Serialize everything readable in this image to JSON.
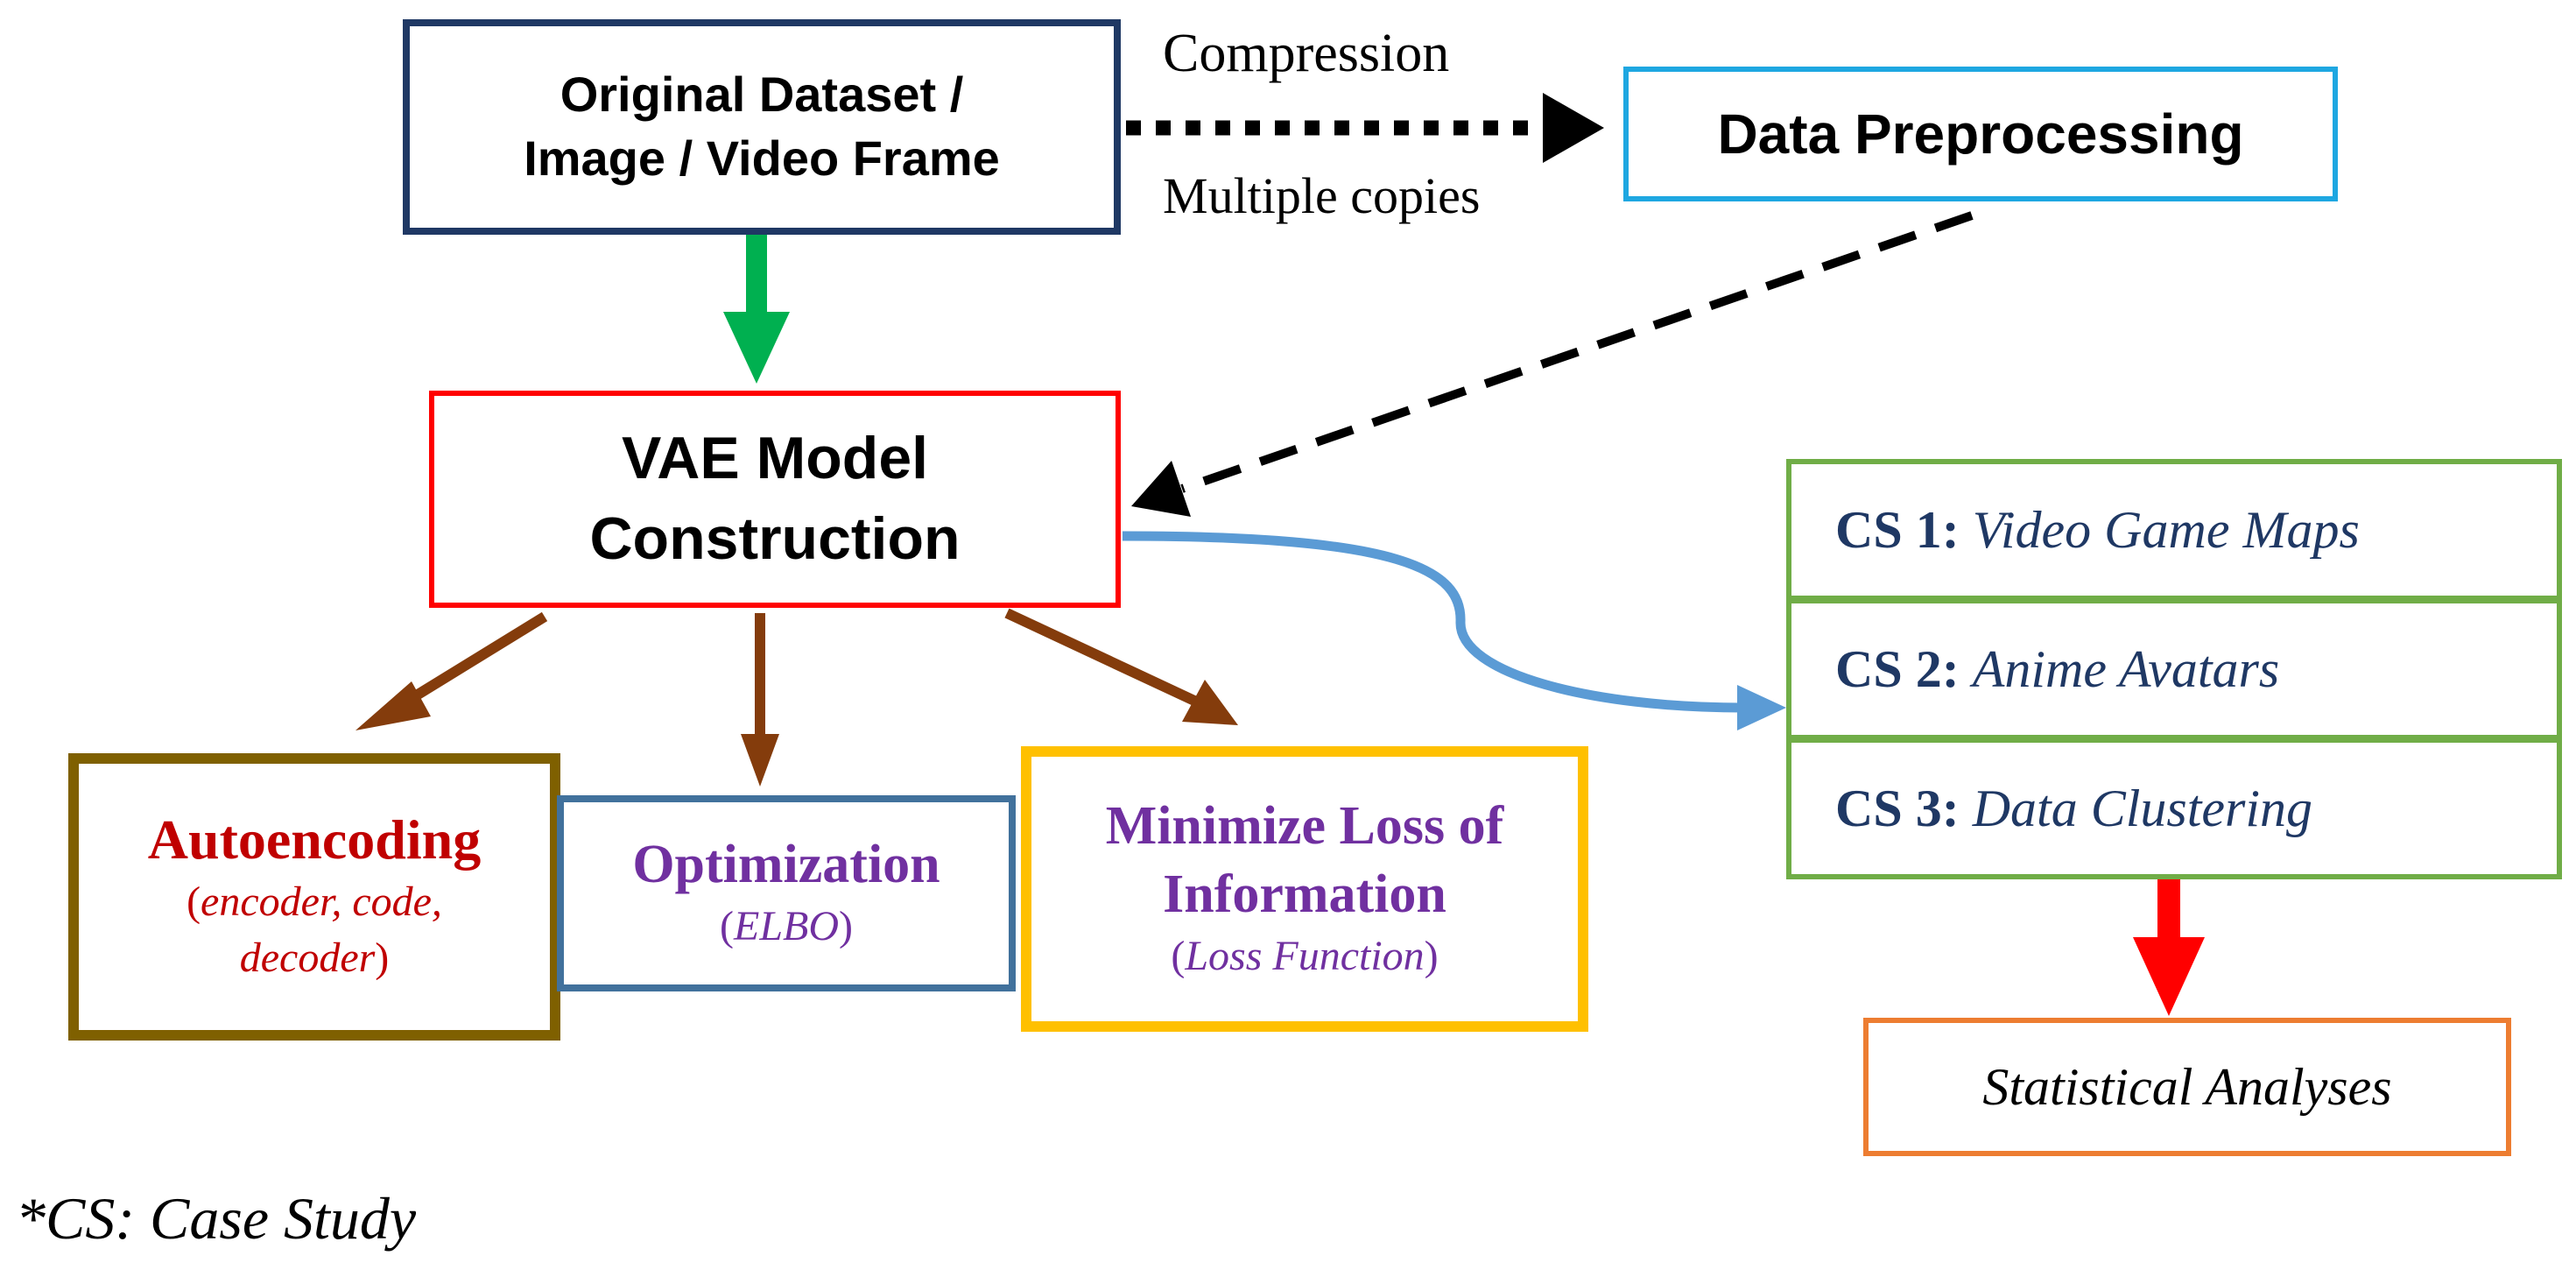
{
  "nodes": {
    "original": {
      "line1": "Original Dataset /",
      "line2": "Image / Video Frame"
    },
    "preprocessing": {
      "label": "Data Preprocessing"
    },
    "vae": {
      "line1": "VAE Model",
      "line2": "Construction"
    },
    "autoencoding": {
      "title": "Autoencoding",
      "open": "(",
      "detail1": "encoder, code,",
      "detail2": "decoder",
      "close": ")"
    },
    "optimization": {
      "title": "Optimization",
      "open": "(",
      "detail": "ELBO",
      "close": ")"
    },
    "minimize_loss": {
      "line1": "Minimize Loss of",
      "line2": "Information",
      "open": "(",
      "detail": "Loss Function",
      "close": ")"
    },
    "case_studies": [
      {
        "id": "CS 1:",
        "name": "Video Game Maps"
      },
      {
        "id": "CS 2:",
        "name": "Anime Avatars"
      },
      {
        "id": "CS 3:",
        "name": "Data Clustering"
      }
    ],
    "statistical": {
      "label": "Statistical Analyses"
    }
  },
  "edge_labels": {
    "above": "Compression",
    "below": "Multiple copies"
  },
  "footnote": "*CS: Case Study",
  "colors": {
    "original_border": "#1f3864",
    "preprocessing_border": "#1ea7e1",
    "vae_border": "#ff0000",
    "autoencoding_border": "#7f6000",
    "optimization_border": "#41719c",
    "minimize_loss_border": "#ffc000",
    "case_study_border": "#70ad47",
    "statistical_border": "#ed7d31",
    "green_arrow": "#00b050",
    "brown_arrow": "#843c0c",
    "blue_curve": "#5b9bd5",
    "red_arrow": "#ff0000",
    "case_study_text": "#1f3864",
    "autoencoding_text": "#c00000",
    "purple_text": "#7030a0"
  }
}
